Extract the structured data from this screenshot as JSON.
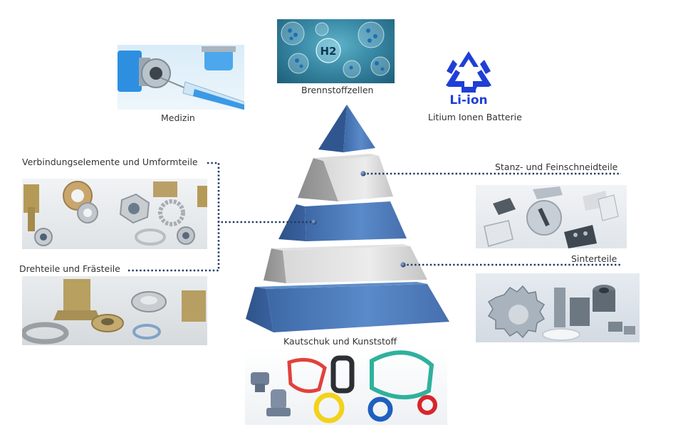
{
  "labels": {
    "fuel_cells": "Brennstoffzellen",
    "medicine": "Medizin",
    "li_ion_battery": "Litium Ionen Batterie",
    "li_ion_logo": "Li-ion",
    "h2_symbol": "H2",
    "fasteners": "Verbindungselemente und Umformteile",
    "stamping": "Stanz- und Feinschneidteile",
    "turning": "Drehteile und Frästeile",
    "sintered": "Sinterteile",
    "rubber": "Kautschuk und Kunststoff"
  },
  "colors": {
    "blue_tier": "#4a77b4",
    "gray_tier": "#c9c9c9",
    "recycle_blue": "#1f3fd6",
    "dot_line": "#1f3864"
  }
}
